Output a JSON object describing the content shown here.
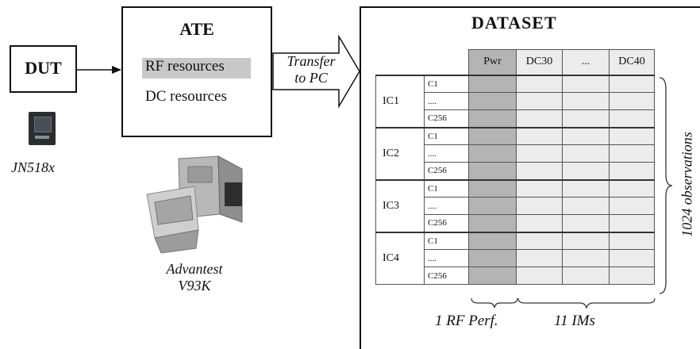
{
  "dut": {
    "label": "DUT",
    "chip_caption": "JN518x"
  },
  "ate": {
    "title": "ATE",
    "rf_resources": "RF resources",
    "dc_resources": "DC resources",
    "equipment_caption_line1": "Advantest",
    "equipment_caption_line2": "V93K"
  },
  "transfer": {
    "line1": "Transfer",
    "line2": "to PC"
  },
  "dataset": {
    "title": "DATASET",
    "columns": [
      "Pwr",
      "DC30",
      "...",
      "DC40"
    ],
    "ics": [
      {
        "label": "IC1",
        "rows": [
          "C1",
          "....",
          "C256"
        ]
      },
      {
        "label": "IC2",
        "rows": [
          "C1",
          "....",
          "C256"
        ]
      },
      {
        "label": "IC3",
        "rows": [
          "C1",
          "....",
          "C256"
        ]
      },
      {
        "label": "IC4",
        "rows": [
          "C1",
          "....",
          "C256"
        ]
      }
    ],
    "observations_label": "1024 observations",
    "rf_perf_label": "1 RF Perf.",
    "ims_label": "11 IMs"
  },
  "colors": {
    "rf_column": "#b4b4b4",
    "im_columns": "#ececec",
    "rf_highlight": "#c8c8c8",
    "line": "#111111"
  }
}
